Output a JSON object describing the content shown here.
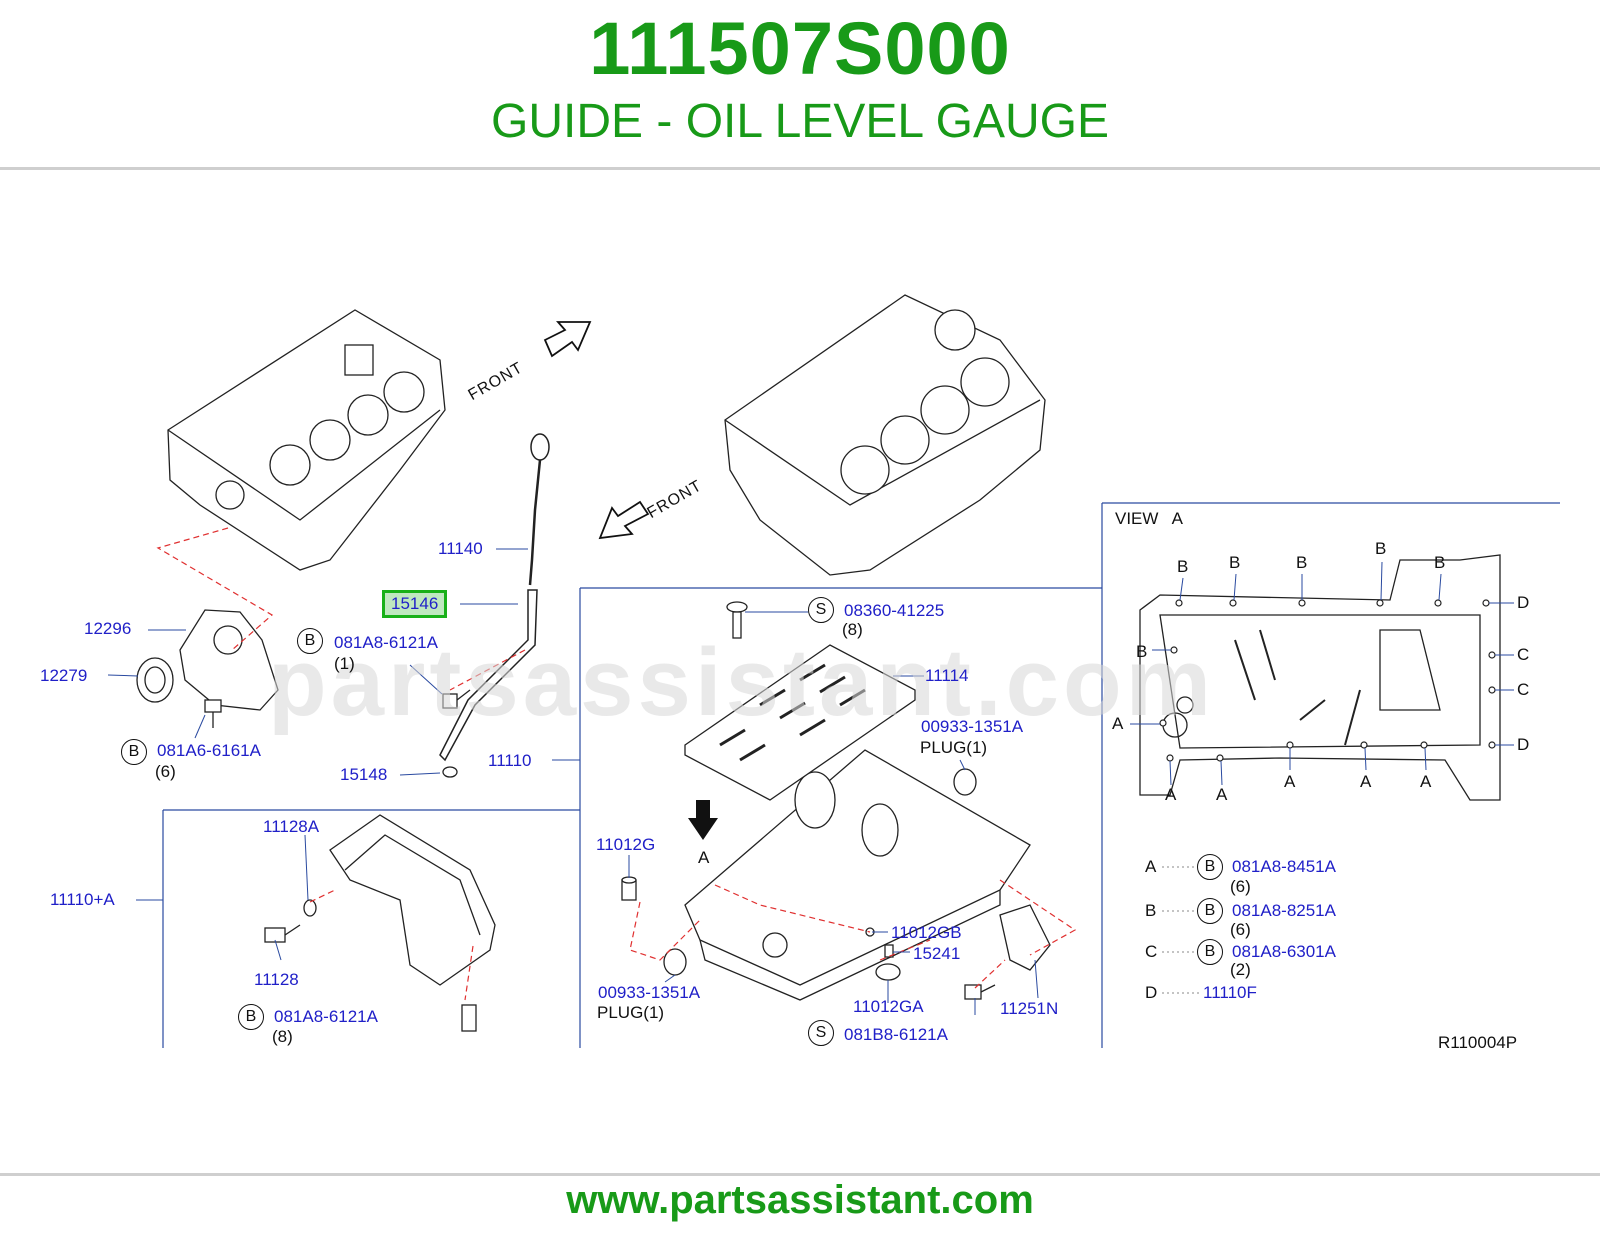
{
  "header": {
    "part_number": "111507S000",
    "description": "GUIDE - OIL LEVEL GAUGE"
  },
  "footer": {
    "website": "www.partsassistant.com"
  },
  "watermark": "partsassistant.com",
  "diagram": {
    "code": "R110004P",
    "front_labels": [
      "FRONT",
      "FRONT"
    ],
    "view_title": "VIEW   A",
    "arrow_label": "A",
    "highlighted_part": "15146",
    "parts": {
      "p11140": "11140",
      "p12296": "12296",
      "p12279": "12279",
      "p081A8_6121A_1": "081A8-6121A",
      "qty1": "(1)",
      "p081A6_6161A": "081A6-6161A",
      "qty6": "(6)",
      "p15148": "15148",
      "p11110": "11110",
      "p08360_41225": "08360-41225",
      "qty8a": "(8)",
      "p11114": "11114",
      "p00933_1351A_a": "00933-1351A",
      "plug_a": "PLUG(1)",
      "p11128A": "11128A",
      "p11110A": "11110+A",
      "p11128": "11128",
      "p081A8_6121A_b": "081A8-6121A",
      "qty8b": "(8)",
      "p11012G": "11012G",
      "p00933_1351A_b": "00933-1351A",
      "plug_b": "PLUG(1)",
      "p11012GB": "11012GB",
      "p15241": "15241",
      "p11012GA": "11012GA",
      "p11251N": "11251N",
      "p081B8_6121A": "081B8-6121A"
    },
    "badges": {
      "b": "B",
      "s": "S"
    },
    "view_letters": {
      "A": "A",
      "B": "B",
      "C": "C",
      "D": "D"
    },
    "legend": [
      {
        "key": "A",
        "part": "081A8-8451A",
        "qty": "(6)"
      },
      {
        "key": "B",
        "part": "081A8-8251A",
        "qty": "(6)"
      },
      {
        "key": "C",
        "part": "081A8-6301A",
        "qty": "(2)"
      },
      {
        "key": "D",
        "part": "11110F",
        "qty": ""
      }
    ]
  },
  "colors": {
    "brand_green": "#189a18",
    "label_blue": "#2020c8",
    "guide_line": "#2a4aa0",
    "dash_red": "#e03030"
  }
}
